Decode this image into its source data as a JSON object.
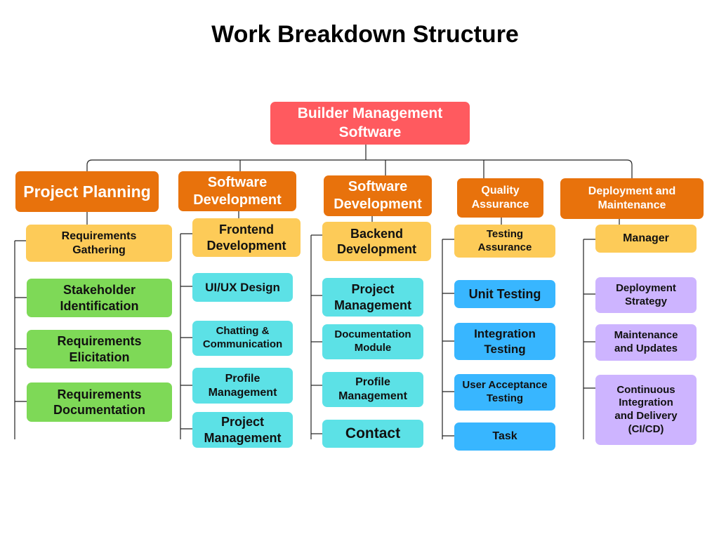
{
  "title": "Work Breakdown Structure",
  "root": "Builder Management\nSoftware",
  "categories": [
    {
      "label": "Project Planning",
      "items": [
        "Requirements\nGathering",
        "Stakeholder\nIdentification",
        "Requirements\nElicitation",
        "Requirements\nDocumentation"
      ]
    },
    {
      "label": "Software\nDevelopment",
      "items": [
        "Frontend\nDevelopment",
        "UI/UX Design",
        "Chatting &\nCommunication",
        "Profile\nManagement",
        "Project\nManagement"
      ]
    },
    {
      "label": "Software\nDevelopment",
      "items": [
        "Backend\nDevelopment",
        "Project\nManagement",
        "Documentation\nModule",
        "Profile\nManagement",
        "Contact"
      ]
    },
    {
      "label": "Quality\nAssurance",
      "items": [
        "Testing\nAssurance",
        "Unit Testing",
        "Integration\nTesting",
        "User Acceptance\nTesting",
        "Task"
      ]
    },
    {
      "label": "Deployment and\nMaintenance",
      "items": [
        "Manager",
        "Deployment\nStrategy",
        "Maintenance\nand Updates",
        "Continuous\nIntegration\nand Delivery\n(CI/CD)"
      ]
    }
  ],
  "colors": {
    "root": "#ff5a5f",
    "category": "#e8720c",
    "header_item": "#fdcb58",
    "col1_items": "#7ed957",
    "col2_items": "#5ce1e6",
    "col3_items": "#5ce1e6",
    "col4_items": "#38b6ff",
    "col5_items": "#cdb4ff"
  }
}
